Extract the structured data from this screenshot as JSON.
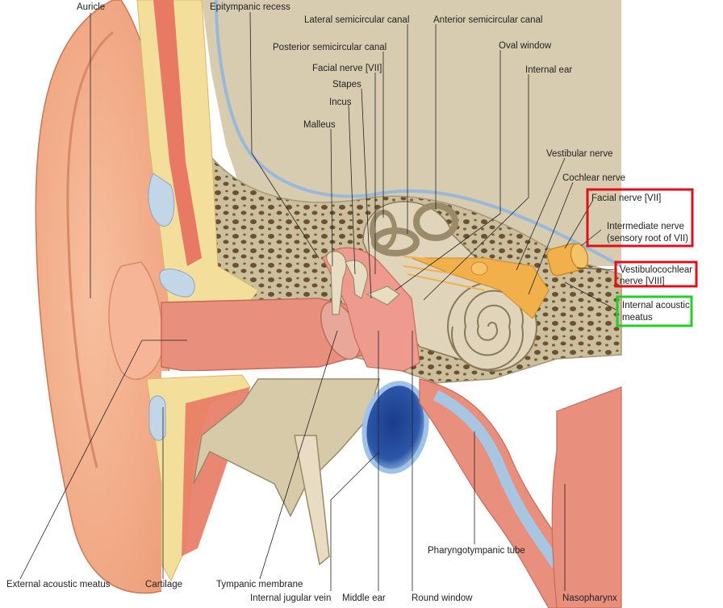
{
  "labels": {
    "auricle": "Auricle",
    "epitympanic_recess": "Epitympanic recess",
    "lateral_semicircular_canal": "Lateral semicircular canal",
    "anterior_semicircular_canal": "Anterior semicircular canal",
    "posterior_semicircular_canal": "Posterior semicircular canal",
    "oval_window": "Oval window",
    "facial_nerve_vii_top": "Facial nerve [VII]",
    "internal_ear": "Internal ear",
    "stapes": "Stapes",
    "incus": "Incus",
    "malleus": "Malleus",
    "vestibular_nerve": "Vestibular nerve",
    "cochlear_nerve": "Cochlear nerve",
    "facial_nerve_vii_box": "Facial nerve [VII]",
    "intermediate_nerve_line1": "Intermediate nerve",
    "intermediate_nerve_line2": "(sensory root of VII)",
    "vestibulocochlear_line1": "Vestibulocochlear",
    "vestibulocochlear_line2": "nerve [VIII]",
    "internal_acoustic_line1": "Internal acoustic",
    "internal_acoustic_line2": "meatus",
    "external_acoustic_meatus": "External acoustic meatus",
    "cartilage": "Cartilage",
    "tympanic_membrane": "Tympanic membrane",
    "internal_jugular_vein": "Internal jugular vein",
    "middle_ear": "Middle ear",
    "round_window": "Round window",
    "pharyngotympanic_tube": "Pharyngotympanic tube",
    "nasopharynx": "Nasopharynx"
  },
  "colors": {
    "highlight_red": "#e0101a",
    "highlight_green": "#22d022",
    "bone": "#d8ccb0",
    "skin": "#f2a987",
    "canal": "#e98f7e",
    "vein": "#2c56a8"
  }
}
